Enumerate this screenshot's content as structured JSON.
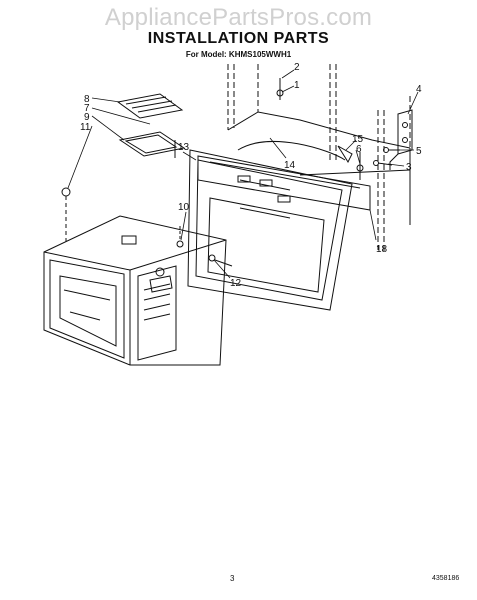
{
  "watermark": "AppliancePartsPros.com",
  "title": "INSTALLATION PARTS",
  "model_line": "For Model: KHMS105WWH1",
  "callouts": [
    {
      "id": "c8",
      "label": "8"
    },
    {
      "id": "c7",
      "label": "7"
    },
    {
      "id": "c9",
      "label": "9"
    },
    {
      "id": "c11",
      "label": "11"
    },
    {
      "id": "c13",
      "label": "13"
    },
    {
      "id": "c10",
      "label": "10"
    },
    {
      "id": "c12",
      "label": "12"
    },
    {
      "id": "c2",
      "label": "2"
    },
    {
      "id": "c1",
      "label": "1"
    },
    {
      "id": "c14",
      "label": "14"
    },
    {
      "id": "c15",
      "label": "15"
    },
    {
      "id": "c6",
      "label": "6"
    },
    {
      "id": "c4",
      "label": "4"
    },
    {
      "id": "c5",
      "label": "5"
    },
    {
      "id": "c3",
      "label": "3"
    },
    {
      "id": "c18",
      "label": "18"
    }
  ],
  "page_number": "3",
  "doc_number": "4358186"
}
